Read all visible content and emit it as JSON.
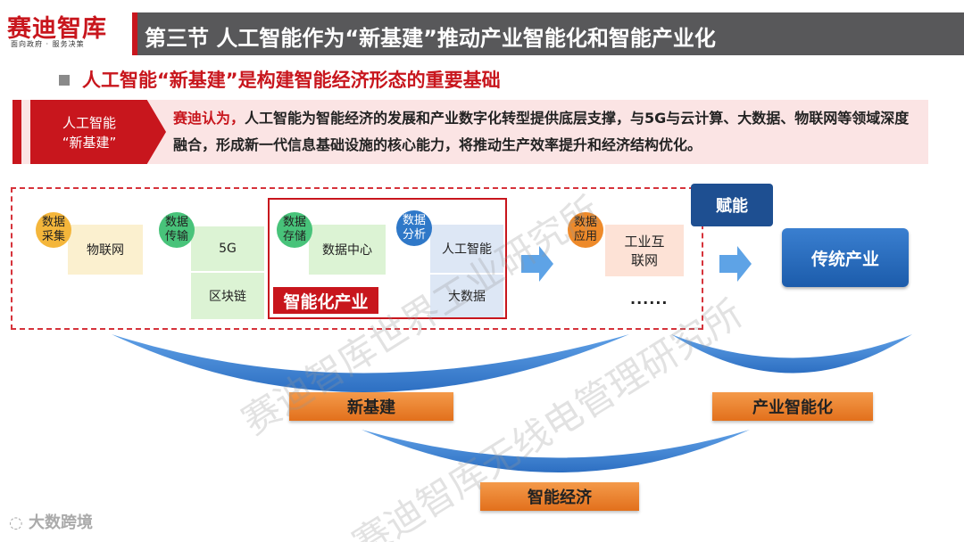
{
  "logo": {
    "name": "赛迪智库",
    "slogan": "面向政府 · 服务决策"
  },
  "title": "第三节 人工智能作为“新基建”推动产业智能化和智能产业化",
  "subheading": "人工智能“新基建”是构建智能经济形态的重要基础",
  "callout": {
    "tag_line1": "人工智能",
    "tag_line2": "“新基建”",
    "lead": "赛迪认为，",
    "text": "人工智能为智能经济的发展和产业数字化转型提供底层支撑，与5G与云计算、大数据、物联网等领域深度融合，形成新一代信息基础设施的核心能力，将推动生产效率提升和经济结构优化。"
  },
  "flow": {
    "collect": {
      "circle": "数据\n采集",
      "box": "物联网"
    },
    "transmit": {
      "circle": "数据\n传输",
      "box_top": "5G",
      "box_bottom": "区块链"
    },
    "store": {
      "circle": "数据\n存储",
      "box": "数据中心"
    },
    "analyze": {
      "circle": "数据\n分析",
      "box_top": "人工智能",
      "box_bottom": "大数据"
    },
    "smart_industry_label": "智能化产业",
    "apply": {
      "circle": "数据\n应用",
      "box": "工业互\n联网",
      "more": "......"
    },
    "empower": "赋能",
    "traditional": "传统产业"
  },
  "labels": {
    "new_infra": "新基建",
    "industry_intel": "产业智能化",
    "smart_economy": "智能经济"
  },
  "watermark": {
    "line1": "赛迪智库世界工业研究所",
    "line2": "赛迪智库无线电管理研究所"
  },
  "footer": "大数跨境",
  "colors": {
    "brand_red": "#c8161d",
    "title_gray": "#58585a",
    "arc_blue": "#3f86d8",
    "label_orange": "#ee8a2a",
    "navy": "#1e4f91"
  }
}
